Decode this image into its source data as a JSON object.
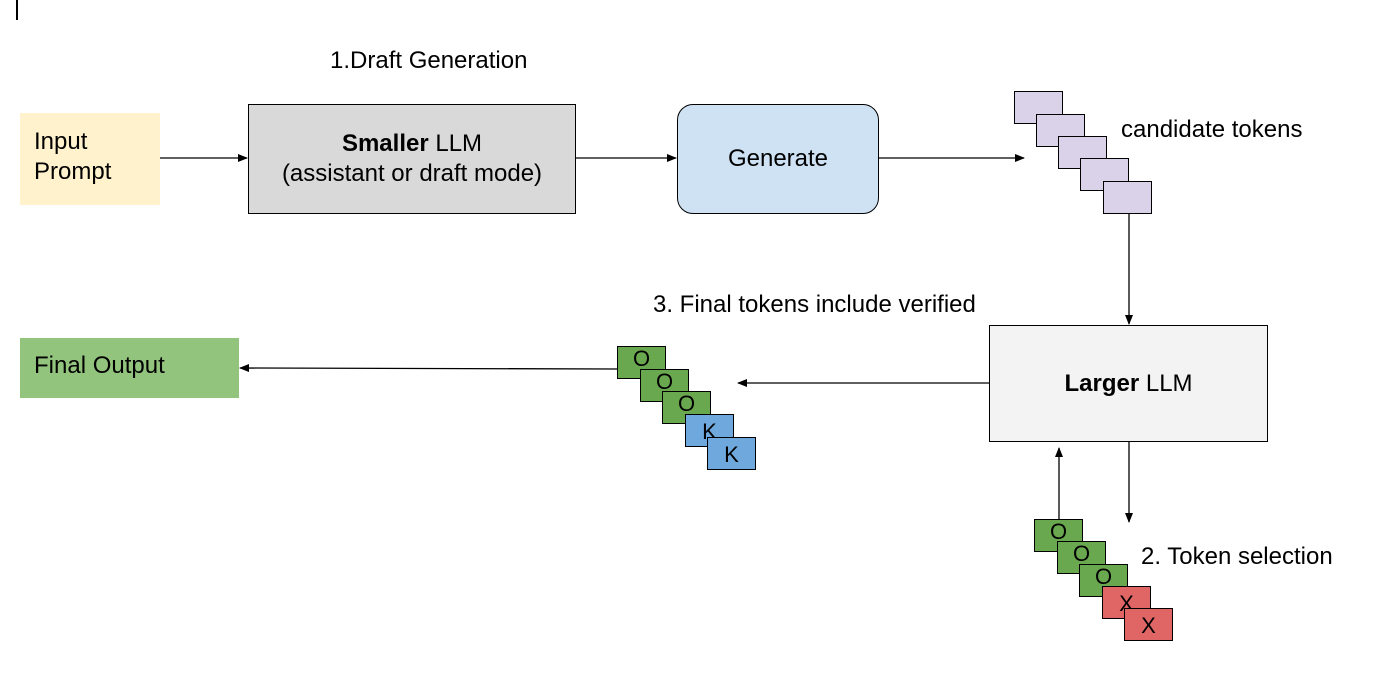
{
  "step1_label": "1.Draft Generation",
  "step2_label": "2. Token selection",
  "step3_label": "3. Final tokens include verified",
  "input": {
    "line1": "Input",
    "line2": "Prompt"
  },
  "smaller_llm": {
    "bold": "Smaller",
    "rest": " LLM",
    "line2": "(assistant or draft mode)"
  },
  "generate": {
    "label": "Generate"
  },
  "candidate_label": "candidate tokens",
  "larger_llm": {
    "bold": "Larger",
    "rest": " LLM"
  },
  "final_output": {
    "label": "Final Output"
  },
  "final_tokens": [
    "O",
    "O",
    "O",
    "K",
    "K"
  ],
  "selection_tokens": [
    "O",
    "O",
    "O",
    "X",
    "X"
  ],
  "colors": {
    "input": "#fff2cc",
    "smaller": "#d9d9d9",
    "generate": "#cfe2f3",
    "candidate": "#d9d2e9",
    "larger": "#f3f3f3",
    "final": "#93c47d",
    "accepted": "#6aa84f",
    "kept": "#6fa8dc",
    "rejected": "#e06666"
  }
}
